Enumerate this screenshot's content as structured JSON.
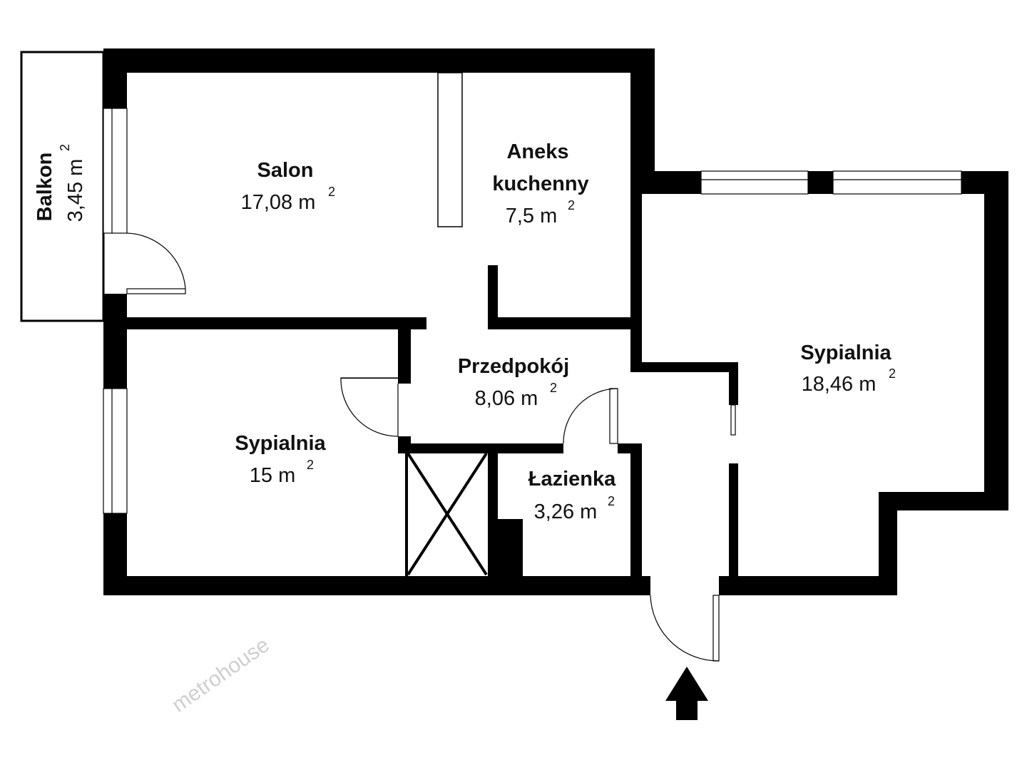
{
  "title": "Floor plan",
  "colors": {
    "wall": "#000000",
    "background": "#ffffff",
    "watermark": "#bbbbbb"
  },
  "watermark": "metrohouse",
  "rooms": [
    {
      "name": "Salon",
      "area": "17,08 m",
      "unit_sup": "2"
    },
    {
      "name": "Aneks",
      "name2": "kuchenny",
      "area": "7,5 m",
      "unit_sup": "2"
    },
    {
      "name": "Balkon",
      "area": "3,45 m",
      "unit_sup": "2"
    },
    {
      "name": "Sypialnia",
      "area": "18,46 m",
      "unit_sup": "2"
    },
    {
      "name": "Przedpokój",
      "area": "8,06 m",
      "unit_sup": "2"
    },
    {
      "name": "Sypialnia",
      "area": "15 m",
      "unit_sup": "2"
    },
    {
      "name": "Łazienka",
      "area": "3,26 m",
      "unit_sup": "2"
    }
  ],
  "entrance_icon": "arrow-up-icon"
}
